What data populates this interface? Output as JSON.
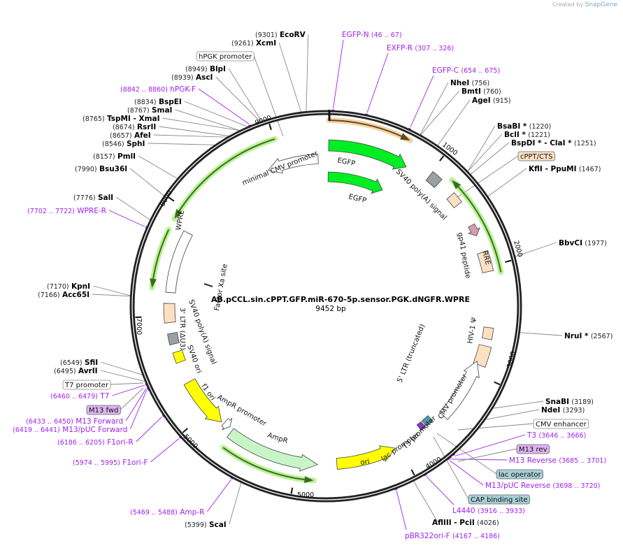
{
  "logo": {
    "created_by": "Created by",
    "brand": "SnapGene"
  },
  "map": {
    "title": "AB.pCCL.sin.cPPT.GFP.miR-670-5p.sensor.PGK.dNGFR.WPRE",
    "length_label": "9452 bp",
    "length_bp": 9452,
    "ticks": [
      "1000",
      "2000",
      "3000",
      "4000",
      "5000",
      "5000",
      "7000",
      "8000",
      "9000"
    ]
  },
  "enzymes": [
    {
      "name": "EcoRV",
      "pos": 9301
    },
    {
      "name": "XcmI",
      "pos": 9261
    },
    {
      "name": "BlpI",
      "pos": 8949
    },
    {
      "name": "AscI",
      "pos": 8939
    },
    {
      "name": "BspEI",
      "pos": 8834
    },
    {
      "name": "SmaI",
      "pos": 8767
    },
    {
      "name": "TspMI  - XmaI",
      "pos": 8765
    },
    {
      "name": "RsrII",
      "pos": 8674
    },
    {
      "name": "AfeI",
      "pos": 8657
    },
    {
      "name": "SphI",
      "pos": 8546
    },
    {
      "name": "PmlI",
      "pos": 8157
    },
    {
      "name": "Bsu36I",
      "pos": 7990
    },
    {
      "name": "SalI",
      "pos": 7776
    },
    {
      "name": "KpnI",
      "pos": 7170
    },
    {
      "name": "Acc65I",
      "pos": 7166
    },
    {
      "name": "SfiI",
      "pos": 6549
    },
    {
      "name": "AvrII",
      "pos": 6495
    },
    {
      "name": "ScaI",
      "pos": 5399
    },
    {
      "name": "NheI",
      "pos": 756
    },
    {
      "name": "BmtI",
      "pos": 760
    },
    {
      "name": "AgeI",
      "pos": 915
    },
    {
      "name": "BsaBI *",
      "pos": 1220
    },
    {
      "name": "BclI *",
      "pos": 1221
    },
    {
      "name": "BspDI * - ClaI *",
      "pos": 1251
    },
    {
      "name": "KflI  - PpuMI",
      "pos": 1467
    },
    {
      "name": "BbvCI",
      "pos": 1977
    },
    {
      "name": "NruI *",
      "pos": 2567
    },
    {
      "name": "SnaBI",
      "pos": 3189
    },
    {
      "name": "NdeI",
      "pos": 3293
    },
    {
      "name": "AflIII  - PciI",
      "pos": 4026
    }
  ],
  "primers": [
    {
      "name": "EGFP-N",
      "range": "46 .. 67"
    },
    {
      "name": "EXFP-R",
      "range": "307 .. 326"
    },
    {
      "name": "EGFP-C",
      "range": "654 .. 675"
    },
    {
      "name": "hPGK-F",
      "range": "8842 .. 8860"
    },
    {
      "name": "WPRE-R",
      "range": "7702 .. 7722"
    },
    {
      "name": "T7",
      "range": "6460 .. 6479"
    },
    {
      "name": "M13 Forward",
      "range": "6433 .. 6450"
    },
    {
      "name": "M13/pUC Forward",
      "range": "6419 .. 6441"
    },
    {
      "name": "F1ori-R",
      "range": "6186 .. 6205"
    },
    {
      "name": "F1ori-F",
      "range": "5974 .. 5995"
    },
    {
      "name": "Amp-R",
      "range": "5469 .. 5488"
    },
    {
      "name": "T3",
      "range": "3646 .. 3666"
    },
    {
      "name": "M13 Reverse",
      "range": "3685 .. 3701"
    },
    {
      "name": "M13/pUC Reverse",
      "range": "3698 .. 3720"
    },
    {
      "name": "L4440",
      "range": "3916 .. 3933"
    },
    {
      "name": "pBR322ori-F",
      "range": "4167 .. 4186"
    }
  ],
  "boxed_features": [
    {
      "name": "hPGK promoter",
      "style": "white"
    },
    {
      "name": "cPPT/CTS",
      "style": "peach"
    },
    {
      "name": "T7 promoter",
      "style": "white"
    },
    {
      "name": "M13 fwd",
      "style": "purple"
    },
    {
      "name": "CMV enhancer",
      "style": "white"
    },
    {
      "name": "M13 rev",
      "style": "purple"
    },
    {
      "name": "lac operator",
      "style": "teal"
    },
    {
      "name": "CAP binding site",
      "style": "teal"
    }
  ],
  "feature_labels": [
    "minimal CMV promoter",
    "EGFP",
    "EGFP",
    "SV40 poly(A) signal",
    "gp41 peptide",
    "RRE",
    "WPRE",
    "Factor Xa site",
    "3' LTR (ΔU3)",
    "SV40 poly(A) signal",
    "SV40 ori",
    "f1 ori",
    "AmpR promoter",
    "AmpR",
    "ori",
    "lac promoter",
    "T3 promoter",
    "CMV promoter",
    "5' LTR (truncated)",
    "HIV-1 Ψ"
  ],
  "colors": {
    "primer": "#a020f0",
    "egfp": "#00ee22",
    "orf_glow": "#a8f07a",
    "orf": "#3d6b1e",
    "peach": "#fde0c2",
    "gray": "#9aa0a6",
    "yellow": "#ffff00",
    "ampr": "#c8f5c8",
    "purple_box": "#dcb4f0",
    "teal_box": "#a8cfd6"
  }
}
